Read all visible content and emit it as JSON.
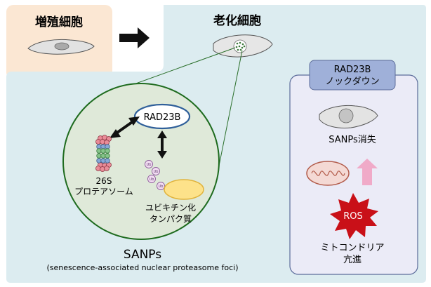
{
  "proliferating": {
    "label": "増殖細胞"
  },
  "senescent": {
    "label": "老化細胞"
  },
  "sanps": {
    "title": "SANPs",
    "subtitle": "(senescence-associated nuclear proteasome foci)"
  },
  "components": {
    "rad23b": "RAD23B",
    "proteasome_line1": "26S",
    "proteasome_line2": "プロテアソーム",
    "ubiquitin_line1": "ユビキチン化",
    "ubiquitin_line2": "タンパク質",
    "ub_tag": "Ub"
  },
  "knockdown": {
    "header_line1": "RAD23B",
    "header_line2": "ノックダウン",
    "sanps_loss": "SANPs消失",
    "ros": "ROS",
    "mito_line1": "ミトコンドリア",
    "mito_line2": "亢進"
  },
  "colors": {
    "orange_panel": "#fbe7d3",
    "blue_panel": "#dcecf0",
    "circle_fill": "#dfe9d9",
    "circle_stroke": "#1e6b1e",
    "rad23b_stroke": "#2f5f9a",
    "knockdown_fill": "#ebebf7",
    "knockdown_header": "#9fb0d9",
    "ros_red": "#c91018",
    "arrow_pink": "#f0aac8",
    "ubiquitin_yellow": "#fde28a"
  }
}
